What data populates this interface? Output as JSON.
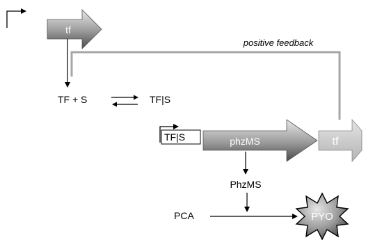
{
  "labels": {
    "tf_gene_top": "tf",
    "feedback": "positive feedback",
    "equilibrium_left": "TF + S",
    "equilibrium_right": "TF|S",
    "promoter_bound": "TF|S",
    "phz_gene": "phzMS",
    "tf_gene_right": "tf",
    "enzyme": "PhzMS",
    "substrate": "PCA",
    "product": "PYO"
  },
  "colors": {
    "gene_dark_light": "#e8e8e8",
    "gene_dark_mid": "#9a9a9a",
    "gene_dark_deep": "#4a4a4a",
    "gene_light_from": "#dcdcdc",
    "gene_light_to": "#b0b0b0",
    "feedback_line": "#a6a6a6",
    "star_light": "#e6e6e6",
    "star_dark": "#4d4d4d",
    "line": "#000000"
  }
}
